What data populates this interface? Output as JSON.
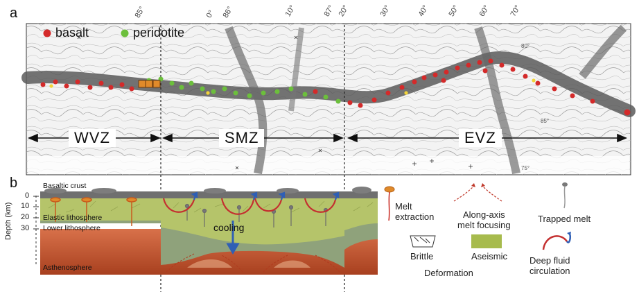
{
  "panel_a": {
    "letter": "a",
    "legend": {
      "basalt": "basalt",
      "peridotite": "peridotite"
    },
    "ticks": [
      "85°",
      "0°",
      "86°",
      "10°",
      "87°",
      "20°",
      "30°",
      "40°",
      "50°",
      "60°",
      "70°"
    ],
    "zones": [
      "WVZ",
      "SMZ",
      "EVZ"
    ],
    "grid_labels": [
      "80°",
      "85°",
      "75°"
    ]
  },
  "panel_b": {
    "letter": "b",
    "depth_label": "Depth (km)",
    "depth_ticks": [
      "0",
      "10",
      "20",
      "30"
    ],
    "layers": {
      "crust": "Basaltic crust",
      "elastic": "Elastic lithosphere",
      "lower": "Lower lithosphere",
      "astheno": "Asthenosphere"
    },
    "cooling": "cooling"
  },
  "legend_b": {
    "melt_extraction": "Melt\nextraction",
    "along_axis": "Along-axis\nmelt focusing",
    "trapped_melt": "Trapped melt",
    "brittle": "Brittle",
    "aseismic": "Aseismic",
    "deformation": "Deformation",
    "deep_fluid": "Deep fluid\ncirculation"
  },
  "colors": {
    "basalt": "#d42a2a",
    "peridotite": "#6cbf3c",
    "elastic_layer": "#b5c46a",
    "lower_layer": "#8fa27b",
    "asthenosphere": "#c6562e",
    "arrow_blue": "#2f5fb5",
    "melt": "#d07a20"
  }
}
